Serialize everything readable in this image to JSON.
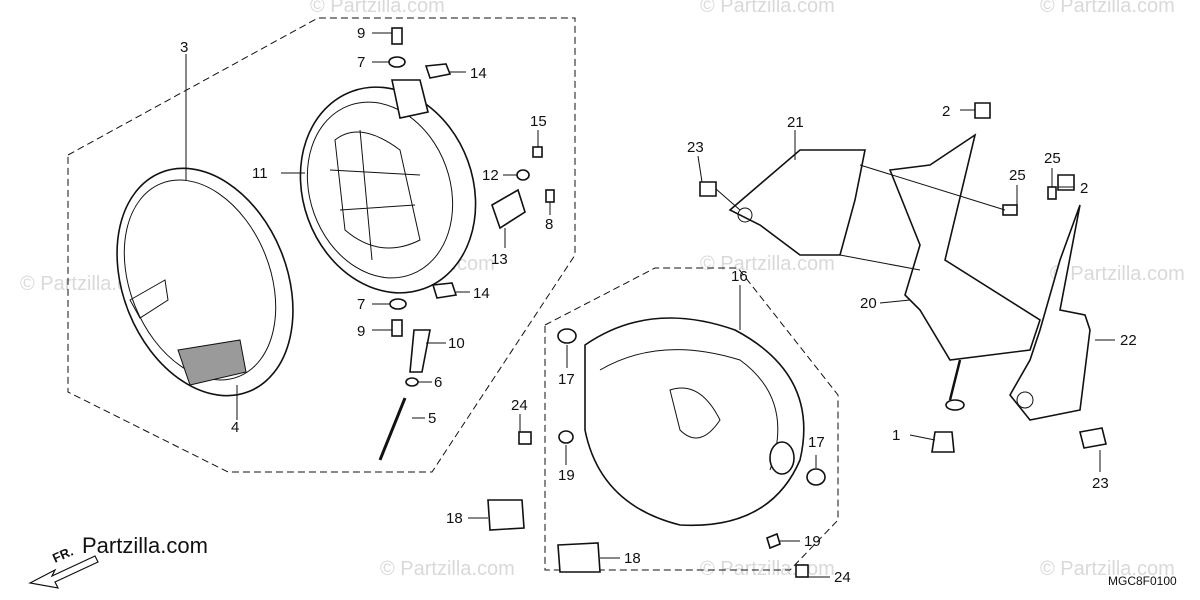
{
  "watermark": "© Partzilla.com",
  "brand": "Partzilla.com",
  "direction_label": "FR.",
  "diagram_code": "MGC8F0100",
  "callouts": {
    "c1": "1",
    "c2a": "2",
    "c2b": "2",
    "c3": "3",
    "c4": "4",
    "c5": "5",
    "c6": "6",
    "c7a": "7",
    "c7b": "7",
    "c8": "8",
    "c9a": "9",
    "c9b": "9",
    "c10": "10",
    "c11": "11",
    "c12": "12",
    "c13": "13",
    "c14a": "14",
    "c14b": "14",
    "c15": "15",
    "c16": "16",
    "c17a": "17",
    "c17b": "17",
    "c18a": "18",
    "c18b": "18",
    "c19a": "19",
    "c19b": "19",
    "c20": "20",
    "c21": "21",
    "c22": "22",
    "c23a": "23",
    "c23b": "23",
    "c24a": "24",
    "c24b": "24",
    "c25": "25"
  }
}
